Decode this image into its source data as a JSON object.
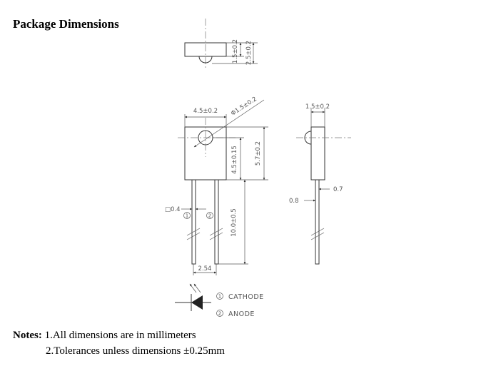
{
  "title": "Package Dimensions",
  "dims": {
    "top_h1": "1.5±0.2",
    "top_h2": "2.5±0.2",
    "front_width": "4.5±0.2",
    "lens_dia": "Φ1.5±0.2",
    "lens_pos": "4.5±0.15",
    "body_h": "5.7±0.2",
    "lead_len": "10.0±0.5",
    "lead_sq": "□0.4",
    "pitch": "2.54",
    "side_w": "1.5±0.2",
    "side_lead": "0.7",
    "side_off": "0.8"
  },
  "pins": {
    "p1": "1",
    "p2": "2"
  },
  "legend": {
    "cathode": "CATHODE",
    "anode": "ANODE"
  },
  "notes": {
    "label": "Notes:",
    "line1": " 1.All dimensions are in millimeters",
    "line2": "2.Tolerances unless dimensions  ±0.25mm"
  }
}
